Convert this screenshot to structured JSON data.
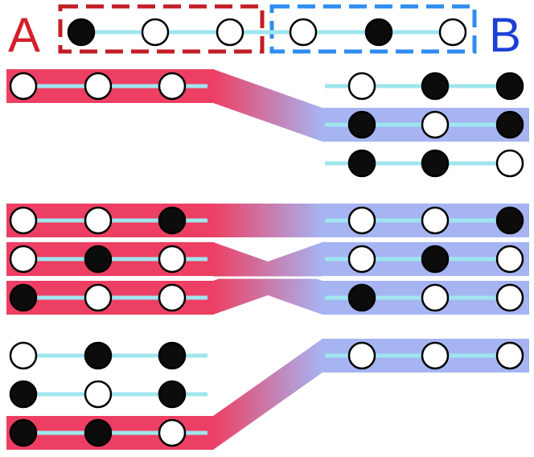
{
  "header": {
    "label_a": "A",
    "label_b": "B",
    "label_a_color": "#d4202a",
    "label_b_color": "#1e3fd6",
    "box_a_color": "#c21d25",
    "box_b_color": "#2f8cf0",
    "sequence": [
      1,
      0,
      0,
      0,
      1,
      0
    ]
  },
  "colors": {
    "ribbon_a": "#ed3f63",
    "ribbon_b": "#a6b4f2",
    "link": "#9fe6ee",
    "node_filled": "#0c0c0c",
    "node_empty": "#ffffff",
    "node_stroke": "#000000"
  },
  "groups": [
    {
      "left_rows": [
        [
          0,
          0,
          0
        ]
      ],
      "right_rows": [
        [
          0,
          1,
          1
        ],
        [
          1,
          0,
          1
        ],
        [
          1,
          1,
          0
        ]
      ],
      "connections": [
        [
          0,
          1
        ]
      ]
    },
    {
      "left_rows": [
        [
          0,
          0,
          1
        ],
        [
          0,
          1,
          0
        ],
        [
          1,
          0,
          0
        ]
      ],
      "right_rows": [
        [
          0,
          0,
          1
        ],
        [
          0,
          1,
          0
        ],
        [
          1,
          0,
          0
        ]
      ],
      "connections": [
        [
          0,
          0
        ],
        [
          1,
          2
        ],
        [
          2,
          1
        ]
      ]
    },
    {
      "left_rows": [
        [
          0,
          1,
          1
        ],
        [
          1,
          0,
          1
        ],
        [
          1,
          1,
          0
        ]
      ],
      "right_rows": [
        [
          0,
          0,
          0
        ]
      ],
      "connections": [
        [
          2,
          0
        ]
      ]
    }
  ]
}
